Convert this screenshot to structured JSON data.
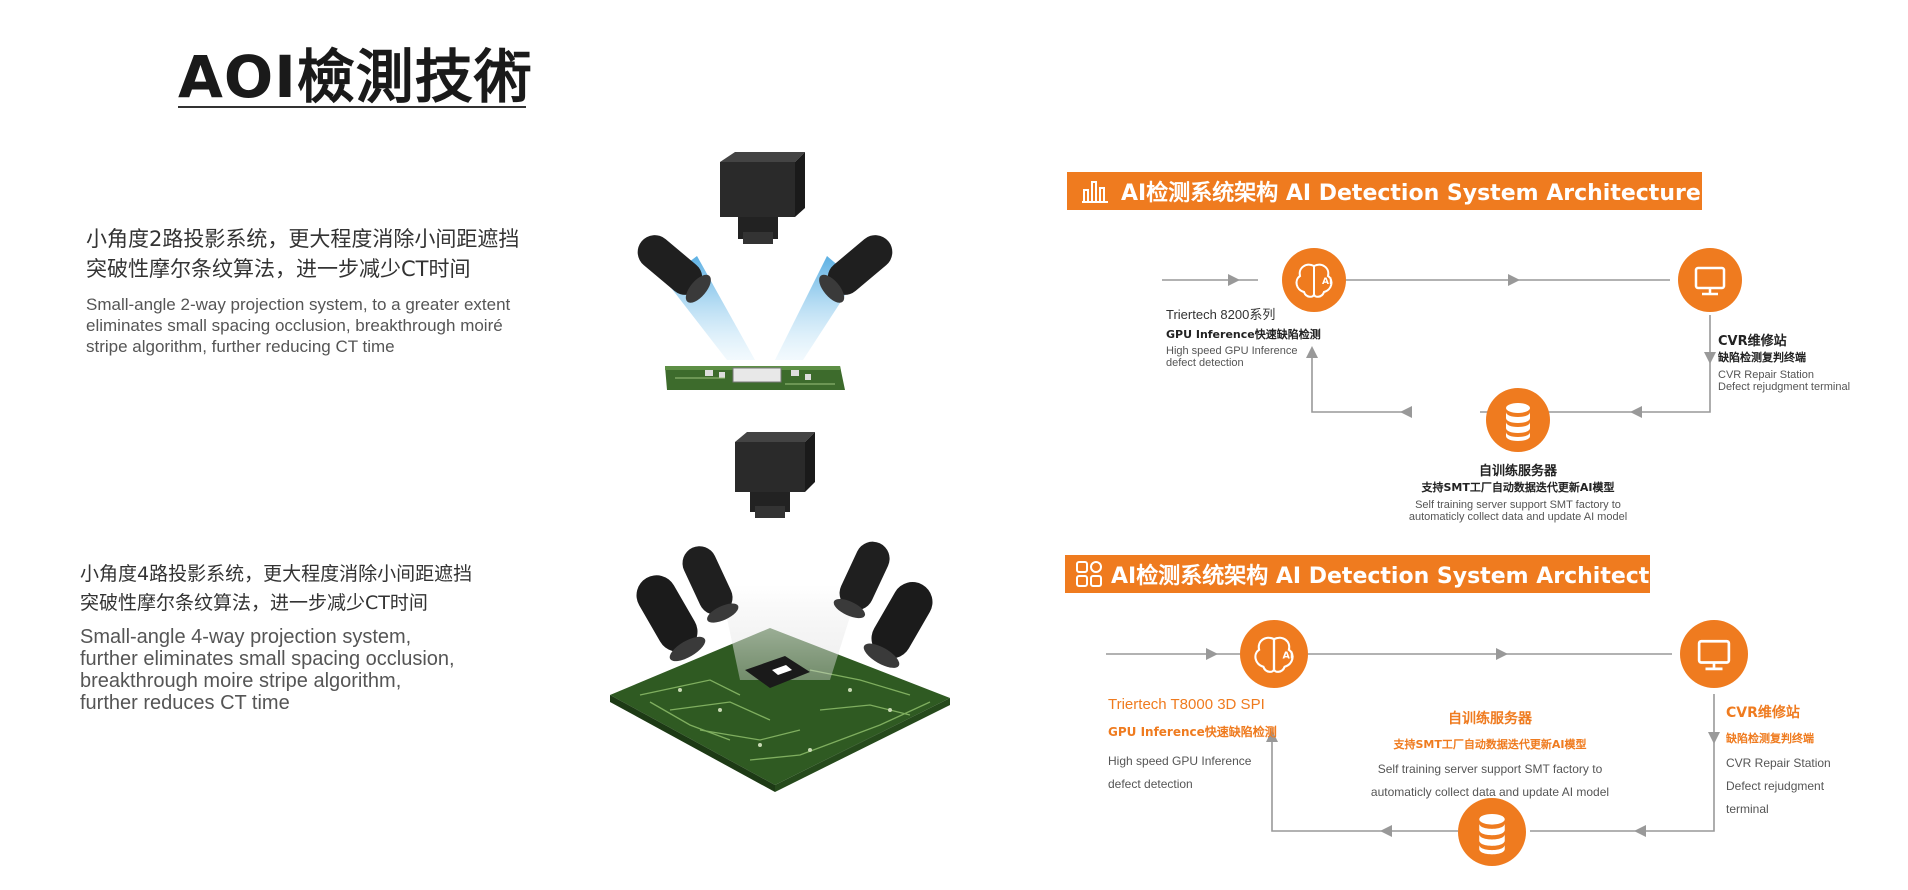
{
  "page": {
    "title": "AOI檢測技術"
  },
  "left": {
    "block1": {
      "cn_line1": "小角度2路投影系统，更大程度消除小间距遮挡",
      "cn_line2": "突破性摩尔条纹算法，进一步减少CT时间",
      "en_line1": "Small-angle 2-way projection system, to a greater extent",
      "en_line2": "eliminates small spacing occlusion, breakthrough moiré",
      "en_line3": "stripe algorithm, further reducing CT time"
    },
    "block2": {
      "cn_line1": "小角度4路投影系统，更大程度消除小间距遮挡",
      "cn_line2": "突破性摩尔条纹算法，进一步减少CT时间",
      "en_line1": "Small-angle 4-way projection system,",
      "en_line2": "further eliminates small spacing occlusion,",
      "en_line3": "breakthrough moire stripe algorithm,",
      "en_line4": "further reduces CT time"
    }
  },
  "diagram1": {
    "banner": "AI检测系统架构 AI Detection System Architecture",
    "banner_icon": "bar-chart-icon",
    "node_gpu": {
      "icon": "brain-ai-icon",
      "name": "Triertech 8200系列",
      "cn": "GPU Inference快速缺陷检测",
      "en_line1": "High speed GPU Inference",
      "en_line2": "defect detection"
    },
    "node_cvr": {
      "icon": "monitor-icon",
      "cn_title": "CVR维修站",
      "cn_sub": "缺陷检测复判终端",
      "en_line1": "CVR Repair Station",
      "en_line2": "Defect rejudgment terminal"
    },
    "node_server": {
      "icon": "database-icon",
      "cn_title": "自训练服务器",
      "cn_sub": "支持SMT工厂自动数据迭代更新AI模型",
      "en_line1": "Self training server support SMT factory to",
      "en_line2": "automaticly collect data and update AI model"
    }
  },
  "diagram2": {
    "banner": "AI检测系统架构 AI Detection System Architecture",
    "banner_icon": "apps-grid-icon",
    "node_gpu": {
      "icon": "brain-ai-icon",
      "name": "Triertech T8000 3D SPI",
      "cn": "GPU Inference快速缺陷检测",
      "en_line1": "High speed GPU Inference",
      "en_line2": "defect detection"
    },
    "node_server": {
      "icon": "database-icon",
      "cn_title": "自训练服务器",
      "cn_sub": "支持SMT工厂自动数据迭代更新AI模型",
      "en_line1": "Self training server support SMT factory to",
      "en_line2": "automaticly collect data and update AI model"
    },
    "node_cvr": {
      "icon": "monitor-icon",
      "cn_title": "CVR维修站",
      "cn_sub": "缺陷检测复判终端",
      "en_line1": "CVR Repair Station",
      "en_line2": "Defect rejudgment",
      "en_line3": "terminal"
    }
  },
  "colors": {
    "accent": "#ef7b1f",
    "line": "#999999",
    "pcb": "#3d6b2c"
  }
}
